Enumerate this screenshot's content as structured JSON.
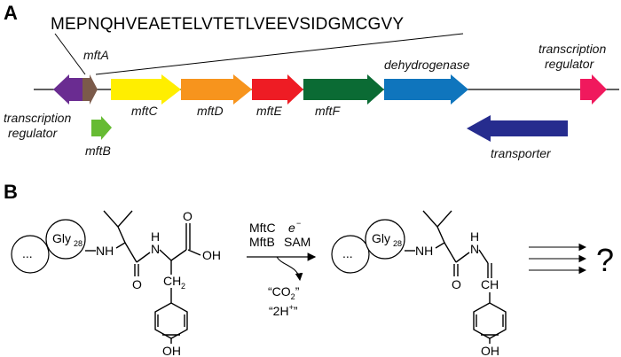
{
  "panels": {
    "a": "A",
    "b": "B"
  },
  "sequence": "MEPNQHVEAETELVTETLVEEVSIDGMCGVY",
  "genes": {
    "mftA": "mftA",
    "mftB": "mftB",
    "mftC": "mftC",
    "mftD": "mftD",
    "mftE": "mftE",
    "mftF": "mftF",
    "dehydrogenase": "dehydrogenase",
    "transporter": "transporter",
    "regulator_left": [
      "transcription",
      "regulator"
    ],
    "regulator_right": [
      "transcription",
      "regulator"
    ]
  },
  "colors": {
    "regulator_left": "#6a2c91",
    "mftA": "#7b5a4a",
    "mftB": "#66bb33",
    "mftC": "#ffee00",
    "mftD": "#f7941d",
    "mftE": "#ee1c24",
    "mftF": "#0b6b34",
    "dehydrogenase": "#0f75bd",
    "transporter": "#262c8e",
    "regulator_right": "#f0195d"
  },
  "reaction": {
    "ellipsis": "...",
    "gly": "Gly",
    "gly_sub": "28",
    "nh": "NH",
    "hn": "H",
    "n": "N",
    "h": "H",
    "o": "O",
    "oh": "OH",
    "ch2": "CH",
    "ch2_sub": "2",
    "ch": "CH",
    "reagent_1": "MftC",
    "reagent_2": "MftB",
    "electron": "e",
    "electron_sup": "−",
    "sam": "SAM",
    "co2": "“CO",
    "co2_sub": "2",
    "co2_close": "”",
    "protons": "“2H",
    "protons_sup": "+",
    "protons_close": "”",
    "question": "?"
  }
}
